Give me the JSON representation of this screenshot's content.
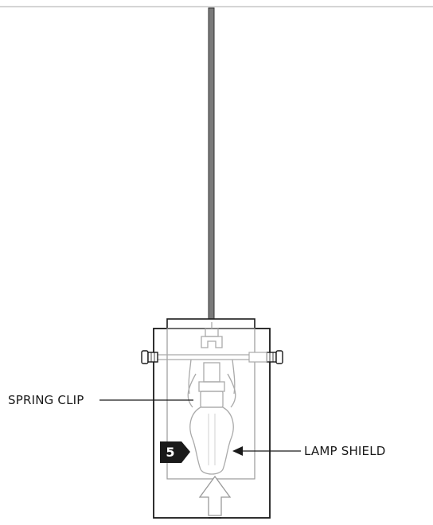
{
  "labels": {
    "spring_clip": "SPRING CLIP",
    "lamp_shield": "LAMP SHIELD"
  },
  "step": {
    "number": "5"
  },
  "colors": {
    "line": "#1a1a1a",
    "faint_line": "#b5b5b5",
    "rod": "#6e6e6e",
    "badge": "#1a1a1a"
  }
}
